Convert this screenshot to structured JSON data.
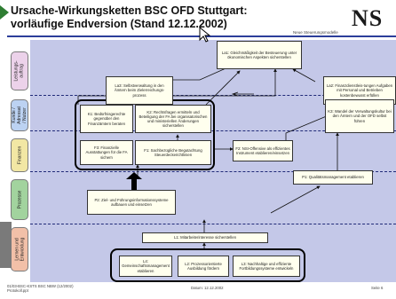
{
  "header": {
    "title_line1": "Ursache-Wirkungsketten BSC OFD Stuttgart:",
    "title_line2": "vorläufige Endversion (Stand 12.12.2002)",
    "logo_text": "NS",
    "note": "Neue Steuerungsmodelle"
  },
  "lanes": [
    {
      "label": "Leistungs-\nauftrag",
      "color": "#ecd2ea"
    },
    {
      "label": "Kunde /\nAdressat\n/ Nutzer",
      "color": "#bcd2f2"
    },
    {
      "label": "Finanzen",
      "color": "#f2e7a4"
    },
    {
      "label": "Prozesse",
      "color": "#a2d39e"
    },
    {
      "label": "Lernen und\nEntwicklung",
      "color": "#f2c0a8"
    }
  ],
  "nodes": {
    "la1": "La1: Gleichmäßigkeit der Besteuerung unter ökonomischen Aspekten sicherstellen",
    "la3": "La3: Selbstverwaltung in den Ämtern beim Zielerreichungs-prozess",
    "la2": "La2: Finanzdienstleis-tungen Aufgaben mit Personal und Betrieben kostenbewusst erfüllen",
    "k1": "K1: Bedürfnisgerechte gegenüber den Finanzämtern beraten",
    "k2": "K2: Rechtsfragen ermitteln und Beteiligung der FA bei organisatorischen und ministeriellen Änderungen sicherstellen",
    "k3": "K3: Wandel der Verwaltungskultur bei den Ämtern und der OFD selbst führen",
    "f3": "F3: Finanzielle Ausstattungen für die FA sichern",
    "f1": "F1: Sachbezügliche Begutachtung Steuerdeckerichtlinien",
    "f2": "F2: NSI-Offensive als effizientes Instrument etablieren/einsetzen",
    "p1": "P1: Qualitätsmanagement etablieren",
    "p2": "P2: Ziel- und Führungsinformationssysteme aufbauen und einsetzen",
    "l1": "L1: Mitarbeiterinteresse sicherstellen",
    "l4": "L4: Gemeinschaftsmanagement etablieren",
    "l2": "L2: Prozessorientierte Ausbildung fördern",
    "l3": "L3: Nachhaltige und effiziente Fortbildungssysteme entwickeln"
  },
  "footer": {
    "left_line1": "01/03-BSC-KSTS BSC NBW (12/2002)",
    "left_line2": "Protokoll.ppt",
    "date": "Datum: 12.12.2002",
    "page": "Seite 6"
  },
  "colors": {
    "map_background": "#c4c8e8",
    "divider": "#202a78",
    "node_fill": "#ffffee",
    "banner_rule": "#2c3e9a"
  }
}
